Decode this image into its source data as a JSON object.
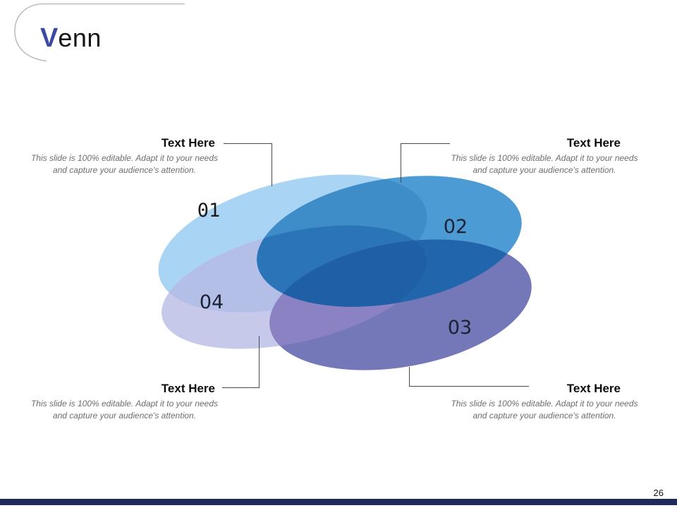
{
  "title": {
    "accent": "V",
    "rest": "enn",
    "accent_color": "#3B4AA0"
  },
  "page_number": "26",
  "callouts": {
    "top_left": {
      "heading": "Text Here",
      "body": "This slide is 100% editable. Adapt it to your needs and capture your audience's attention."
    },
    "top_right": {
      "heading": "Text Here",
      "body": "This slide is 100% editable. Adapt it to your needs and capture your audience's attention."
    },
    "bottom_left": {
      "heading": "Text Here",
      "body": "This slide is 100% editable. Adapt it to your needs and capture your audience's attention."
    },
    "bottom_right": {
      "heading": "Text Here",
      "body": "This slide is 100% editable. Adapt it to your needs and capture your audience's attention."
    }
  },
  "venn": {
    "sets": [
      {
        "label": "01",
        "color": "#A9D4F3"
      },
      {
        "label": "02",
        "color": "#4D9BD5"
      },
      {
        "label": "03",
        "color": "#7478B9"
      },
      {
        "label": "04",
        "color": "#C6C9EA"
      }
    ],
    "overlaps": {
      "o14": "#B3BFE7",
      "o12": "#3E8DC9",
      "o24": "#3279BE",
      "o124": "#2C74B8",
      "o34": "#8A82C3",
      "o23": "#2166AC",
      "o234": "#1E5FA5"
    }
  },
  "footer": {
    "bar_color": "#20295A",
    "accent_line_color": "#BDBDBD"
  }
}
